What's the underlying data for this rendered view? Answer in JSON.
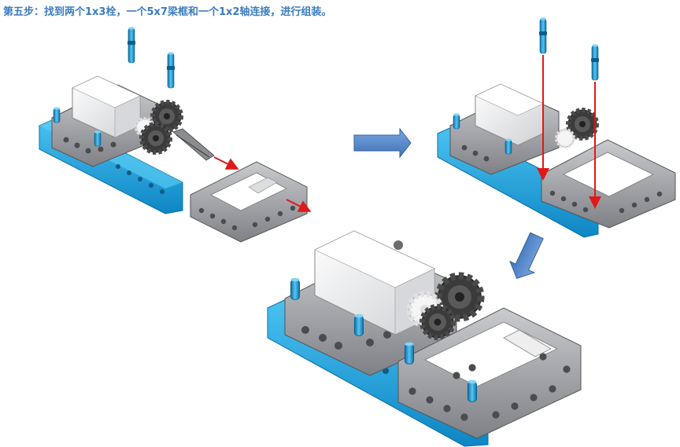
{
  "step_title": "第五步：找到两个1x3栓，一个5x7梁框和一个1x2轴连接，进行组装。",
  "colors": {
    "title": "#3a7cc0",
    "beam_gray": "#8e9094",
    "beam_gray_dark": "#5e6064",
    "beam_gray_light": "#c4c6ca",
    "beam_blue": "#1ea7e4",
    "beam_blue_dark": "#0d6fa6",
    "pin_blue": "#2a9fd8",
    "motor_white": "#f2f2f2",
    "gear_dark": "#3a3a3a",
    "arrow_red": "#e01818",
    "big_arrow_blue": "#5b8fd0"
  },
  "parts": [
    "1x3 pin",
    "1x3 pin",
    "5x7 beam frame",
    "1x2 axle"
  ]
}
